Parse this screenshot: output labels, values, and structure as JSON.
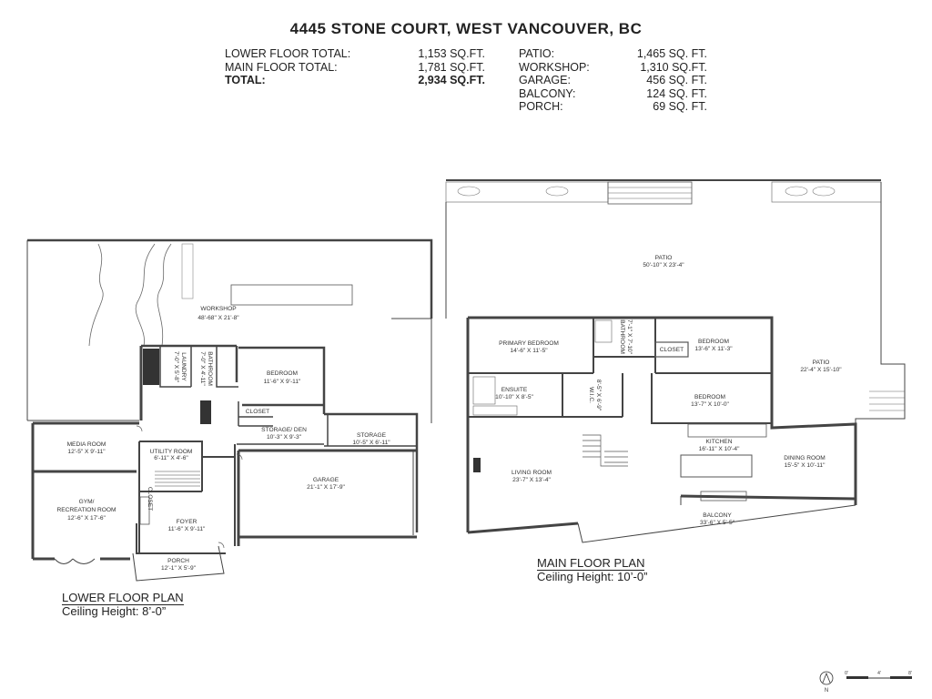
{
  "title": "4445 STONE COURT, WEST VANCOUVER, BC",
  "areas_left": [
    {
      "label": "LOWER FLOOR TOTAL:",
      "value": "1,153 SQ.FT.",
      "bold": false
    },
    {
      "label": "MAIN FLOOR TOTAL:",
      "value": "1,781 SQ.FT.",
      "bold": false
    },
    {
      "label": "TOTAL:",
      "value": "2,934 SQ.FT.",
      "bold": true
    }
  ],
  "areas_right": [
    {
      "label": "PATIO:",
      "value": "1,465 SQ. FT."
    },
    {
      "label": "WORKSHOP:",
      "value": "1,310 SQ.FT."
    },
    {
      "label": "GARAGE:",
      "value": "456 SQ. FT."
    },
    {
      "label": "BALCONY:",
      "value": "124 SQ. FT."
    },
    {
      "label": "PORCH:",
      "value": "69 SQ. FT."
    }
  ],
  "lower_floor": {
    "title": "LOWER FLOOR PLAN",
    "ceiling": "Ceiling Height: 8’-0”",
    "rooms": {
      "workshop": {
        "name": "WORKSHOP",
        "dim": "48'-68\" X 21'-8\""
      },
      "laundry": {
        "name": "LAUNDRY",
        "dim": "7'-0\" X 5'-8\""
      },
      "bathroom": {
        "name": "BATHROOM",
        "dim": "7'-0\" X 4'-11\""
      },
      "bedroom": {
        "name": "BEDROOM",
        "dim": "11'-6\" X 9'-11\""
      },
      "closet": {
        "name": "CLOSET"
      },
      "storage_den": {
        "name": "STORAGE/ DEN",
        "dim": "10'-3\" X 9'-3\""
      },
      "storage": {
        "name": "STORAGE",
        "dim": "10'-5\" X 6'-11\""
      },
      "media": {
        "name": "MEDIA ROOM",
        "dim": "12'-5\" X 9'-11\""
      },
      "utility": {
        "name": "UTILITY ROOM",
        "dim": "6'-11\" X 4'-6\""
      },
      "gym_1": {
        "name": "GYM/"
      },
      "gym_2": {
        "name": "RECREATION ROOM",
        "dim": "12'-6\" X 17'-6\""
      },
      "closet2": {
        "name": "CLOSET"
      },
      "foyer": {
        "name": "FOYER",
        "dim": "11'-6\" X 9'-11\""
      },
      "garage": {
        "name": "GARAGE",
        "dim": "21'-1\" X 17'-9\""
      },
      "porch": {
        "name": "PORCH",
        "dim": "12'-1\" X 5'-9\""
      }
    }
  },
  "main_floor": {
    "title": "MAIN FLOOR PLAN",
    "ceiling": "Ceiling Height: 10’-0”",
    "rooms": {
      "patio_top": {
        "name": "PATIO",
        "dim": "50'-10\" X 23'-4\""
      },
      "primary": {
        "name": "PRIMARY BEDROOM",
        "dim": "14'-6\" X 11'-5\""
      },
      "bathroom": {
        "name": "BATHROOM",
        "dim": "7'-1\" X 7'-10\""
      },
      "bedroom1": {
        "name": "BEDROOM",
        "dim": "13'-6\" X 11'-3\""
      },
      "closet": {
        "name": "CLOSET"
      },
      "patio_side": {
        "name": "PATIO",
        "dim": "22'-4\" X 15'-10\""
      },
      "ensuite": {
        "name": "ENSUITE",
        "dim": "10'-10\" X 8'-5\""
      },
      "wic": {
        "name": "W.I.C.",
        "dim": "8'-5\" X 6'-9\""
      },
      "bedroom2": {
        "name": "BEDROOM",
        "dim": "13'-7\" X 10'-0\""
      },
      "kitchen": {
        "name": "KITCHEN",
        "dim": "16'-11\" X 10'-4\""
      },
      "living": {
        "name": "LIVING ROOM",
        "dim": "23'-7\" X 13'-4\""
      },
      "dining": {
        "name": "DINING ROOM",
        "dim": "15'-5\" X 10'-11\""
      },
      "balcony": {
        "name": "BALCONY",
        "dim": "33'-6\" X 5'-5\""
      }
    }
  },
  "north_label": "N",
  "scale_labels": [
    "0'",
    "4'",
    "8'"
  ]
}
